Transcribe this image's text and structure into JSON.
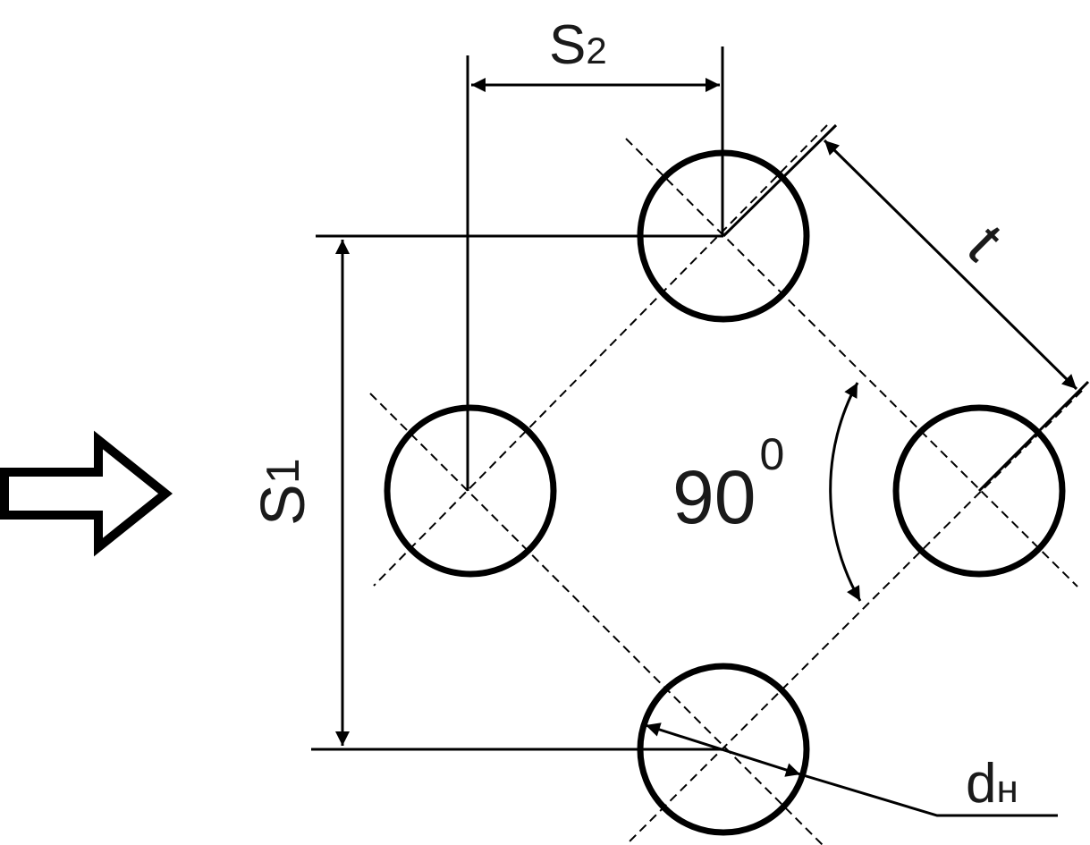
{
  "labels": {
    "s2_main": "S",
    "s2_sub": "2",
    "s1_main": "S",
    "s1_sub": "1",
    "t": "t",
    "angle_value": "90",
    "angle_sup": "0",
    "dn_main": "d",
    "dn_sub": "н"
  }
}
